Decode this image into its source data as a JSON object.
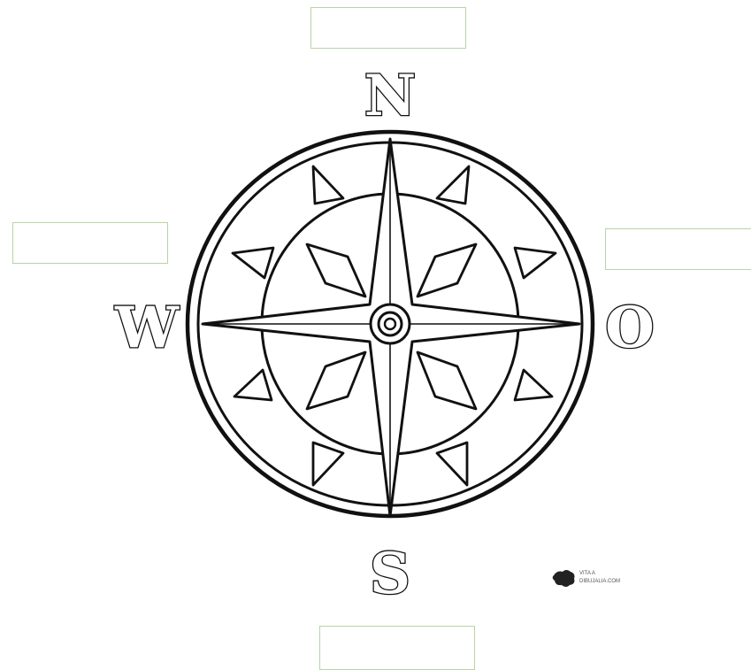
{
  "compass": {
    "letters": {
      "north": "N",
      "west": "W",
      "east": "O",
      "south": "S"
    }
  },
  "answer_boxes": {
    "north": {
      "value": ""
    },
    "west": {
      "value": ""
    },
    "east": {
      "value": ""
    },
    "south": {
      "value": ""
    }
  },
  "watermark": {
    "line1": "VITA A",
    "line2": "DIBUJALIA.COM"
  },
  "colors": {
    "ink": "#111111",
    "box_border": "#b8d4a6",
    "background": "#ffffff"
  }
}
